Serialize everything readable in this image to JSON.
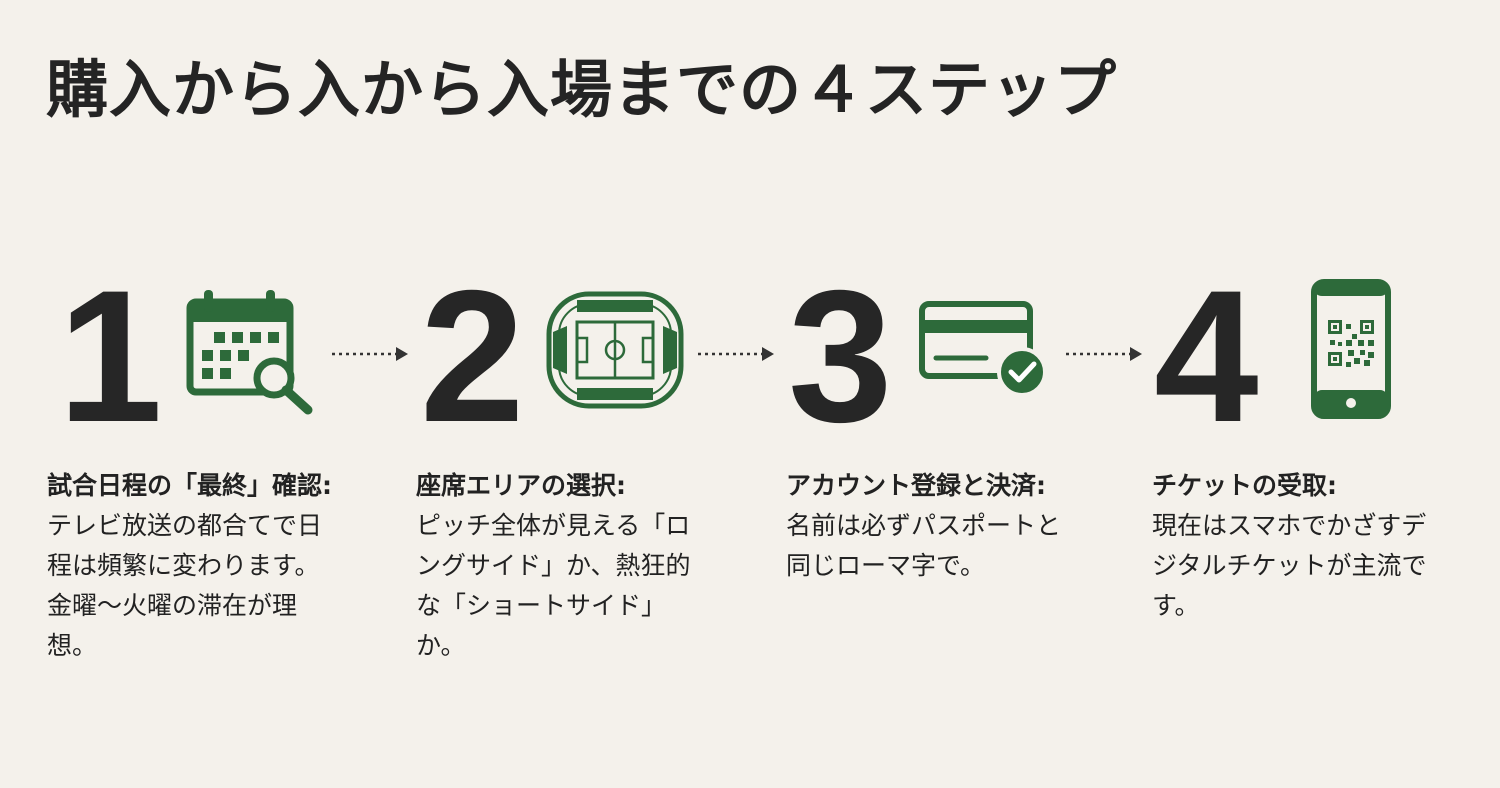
{
  "title": "購入から入から入場までの４ステップ",
  "colors": {
    "background": "#f4f1eb",
    "accent": "#2d6a3a",
    "text": "#222222"
  },
  "steps": [
    {
      "number": "1",
      "icon": "calendar-search-icon",
      "heading": "試合日程の「最終」確認:",
      "body": " テレビ放送の都合てで日程は頻繁に変わります。金曜〜火曜の滞在が理想。"
    },
    {
      "number": "2",
      "icon": "stadium-icon",
      "heading": "座席エリアの選択:",
      "body": "ピッチ全体が見える「ロングサイド」か、熱狂的な「ショートサイド」か。"
    },
    {
      "number": "3",
      "icon": "credit-card-check-icon",
      "heading": "アカウント登録と決済:",
      "body": "名前は必ずパスポートと同じローマ字で。"
    },
    {
      "number": "4",
      "icon": "smartphone-qr-icon",
      "heading": "チケットの受取:",
      "body": "現在はスマホでかざすデジタルチケットが主流です。"
    }
  ]
}
